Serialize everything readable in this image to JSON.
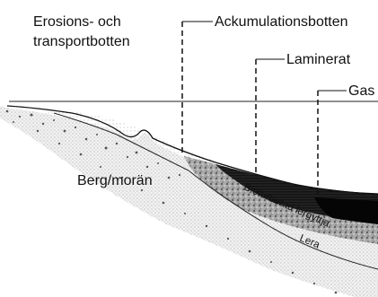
{
  "labels": {
    "erosion_line1": "Erosions- och",
    "erosion_line2": "transportbotten",
    "accumulation": "Ackumulationsbotten",
    "laminated": "Laminerat",
    "gas": "Gas",
    "bedrock": "Berg/morän",
    "bioturbated": "Bioturberad lergyttja",
    "clay": "Lera"
  }
}
